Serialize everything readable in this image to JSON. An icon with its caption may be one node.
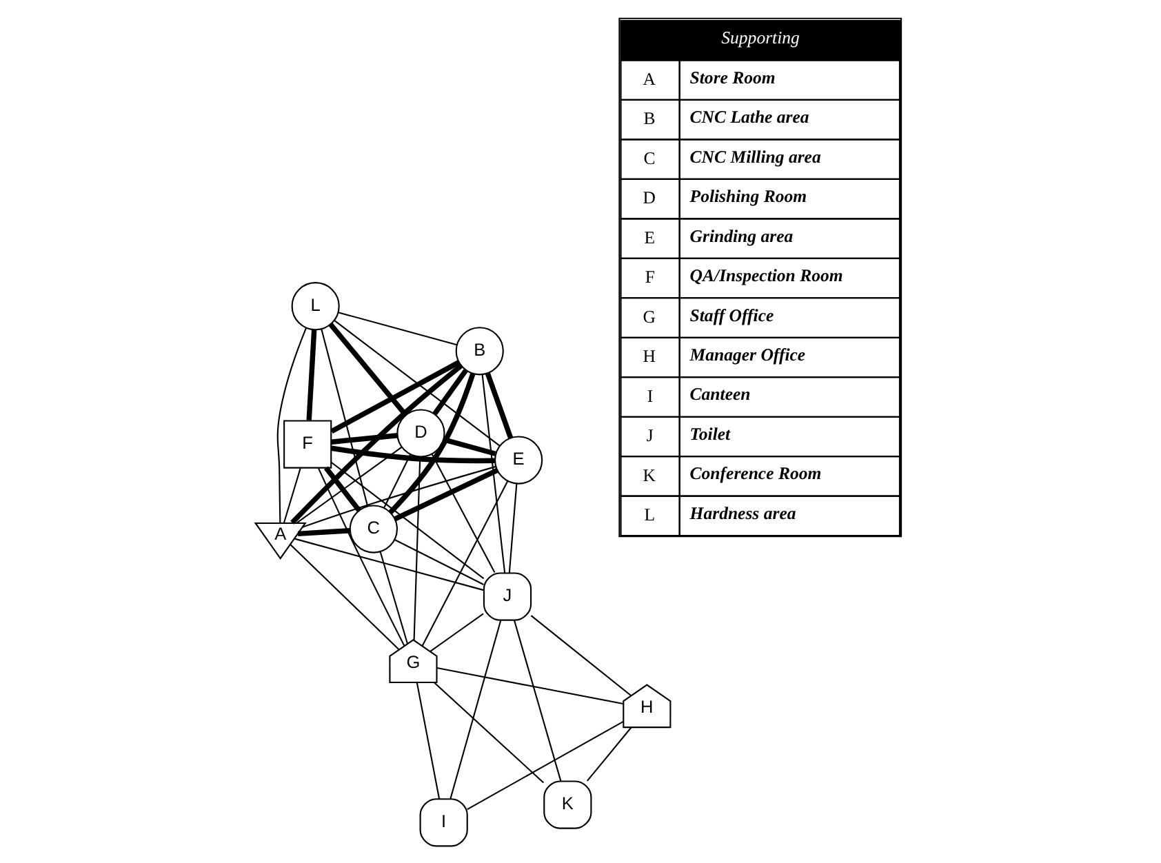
{
  "diagram": {
    "nodes": [
      {
        "text": [
          "A"
        ]
      },
      {
        "text": [
          "B"
        ]
      },
      {
        "text": [
          "C"
        ]
      },
      {
        "text": [
          "D"
        ]
      },
      {
        "text": [
          "E"
        ]
      },
      {
        "text": [
          "F"
        ]
      },
      {
        "text": [
          "G"
        ]
      },
      {
        "text": [
          "H"
        ]
      },
      {
        "text": [
          "I"
        ]
      },
      {
        "text": [
          "J"
        ]
      },
      {
        "text": [
          "K"
        ]
      },
      {
        "text": [
          "L"
        ]
      }
    ],
    "edges": [
      {
        "from": 10,
        "to": 7,
        "arrow": "none"
      },
      {
        "from": 10,
        "to": 6,
        "arrow": "none"
      },
      {
        "from": 10,
        "to": 9,
        "arrow": "none"
      },
      {
        "from": 7,
        "to": 6,
        "arrow": "none"
      },
      {
        "from": 7,
        "to": 8,
        "arrow": "none"
      },
      {
        "from": 7,
        "to": 9,
        "arrow": "none"
      },
      {
        "from": 6,
        "to": 8,
        "arrow": "none"
      },
      {
        "from": 6,
        "to": 9,
        "arrow": "none"
      },
      {
        "from": 8,
        "to": 9,
        "arrow": "none"
      },
      {
        "from": 6,
        "to": 0,
        "arrow": "none"
      },
      {
        "from": 6,
        "to": 5,
        "arrow": "none"
      },
      {
        "from": 6,
        "to": 3,
        "arrow": "none"
      },
      {
        "from": 6,
        "to": 4,
        "arrow": "none"
      },
      {
        "from": 6,
        "to": 2,
        "arrow": "none"
      },
      {
        "from": 9,
        "to": 0,
        "arrow": "none"
      },
      {
        "from": 9,
        "to": 1,
        "arrow": "none"
      },
      {
        "from": 9,
        "to": 2,
        "arrow": "none"
      },
      {
        "from": 9,
        "to": 5,
        "arrow": "none"
      },
      {
        "from": 9,
        "to": 4,
        "arrow": "none"
      },
      {
        "from": 9,
        "to": 3,
        "arrow": "none"
      },
      {
        "from": 0,
        "to": 1,
        "arrow": "none",
        "style": "thick"
      },
      {
        "from": 0,
        "to": 2,
        "arrow": "none",
        "style": "thick"
      },
      {
        "from": 0,
        "to": 3,
        "arrow": "none"
      },
      {
        "from": 0,
        "to": 4,
        "arrow": "none"
      },
      {
        "from": 0,
        "to": 5,
        "arrow": "none"
      },
      {
        "from": 0,
        "to": 11,
        "arrow": "none"
      },
      {
        "from": 1,
        "to": 2,
        "arrow": "none",
        "style": "thick"
      },
      {
        "from": 1,
        "to": 3,
        "arrow": "none",
        "style": "thick"
      },
      {
        "from": 1,
        "to": 4,
        "arrow": "none",
        "style": "thick"
      },
      {
        "from": 1,
        "to": 5,
        "arrow": "none",
        "style": "thick"
      },
      {
        "from": 1,
        "to": 11,
        "arrow": "none"
      },
      {
        "from": 2,
        "to": 3,
        "arrow": "none"
      },
      {
        "from": 2,
        "to": 4,
        "arrow": "none",
        "style": "thick"
      },
      {
        "from": 2,
        "to": 5,
        "arrow": "none",
        "style": "thick"
      },
      {
        "from": 2,
        "to": 11,
        "arrow": "none"
      },
      {
        "from": 3,
        "to": 4,
        "arrow": "none",
        "style": "thick"
      },
      {
        "from": 3,
        "to": 5,
        "arrow": "none",
        "style": "thick"
      },
      {
        "from": 3,
        "to": 11,
        "arrow": "none",
        "style": "thick"
      },
      {
        "from": 4,
        "to": 5,
        "arrow": "none",
        "style": "thick"
      },
      {
        "from": 4,
        "to": 11,
        "arrow": "none"
      },
      {
        "from": 5,
        "to": 11,
        "arrow": "none",
        "style": "thick"
      }
    ],
    "labels": [
      "Supporting",
      "A",
      "Store Room",
      "B",
      "CNC Lathe area",
      "C",
      "CNC Milling area",
      "D",
      "Polishing Room",
      "E",
      "Grinding area",
      "F",
      "QA/Inspection Room",
      "G",
      "Staff Office",
      "H",
      "Manager Office",
      "I",
      "Canteen",
      "J",
      "Toilet",
      "K",
      "Conference Room",
      "L",
      "Hardness area"
    ]
  }
}
